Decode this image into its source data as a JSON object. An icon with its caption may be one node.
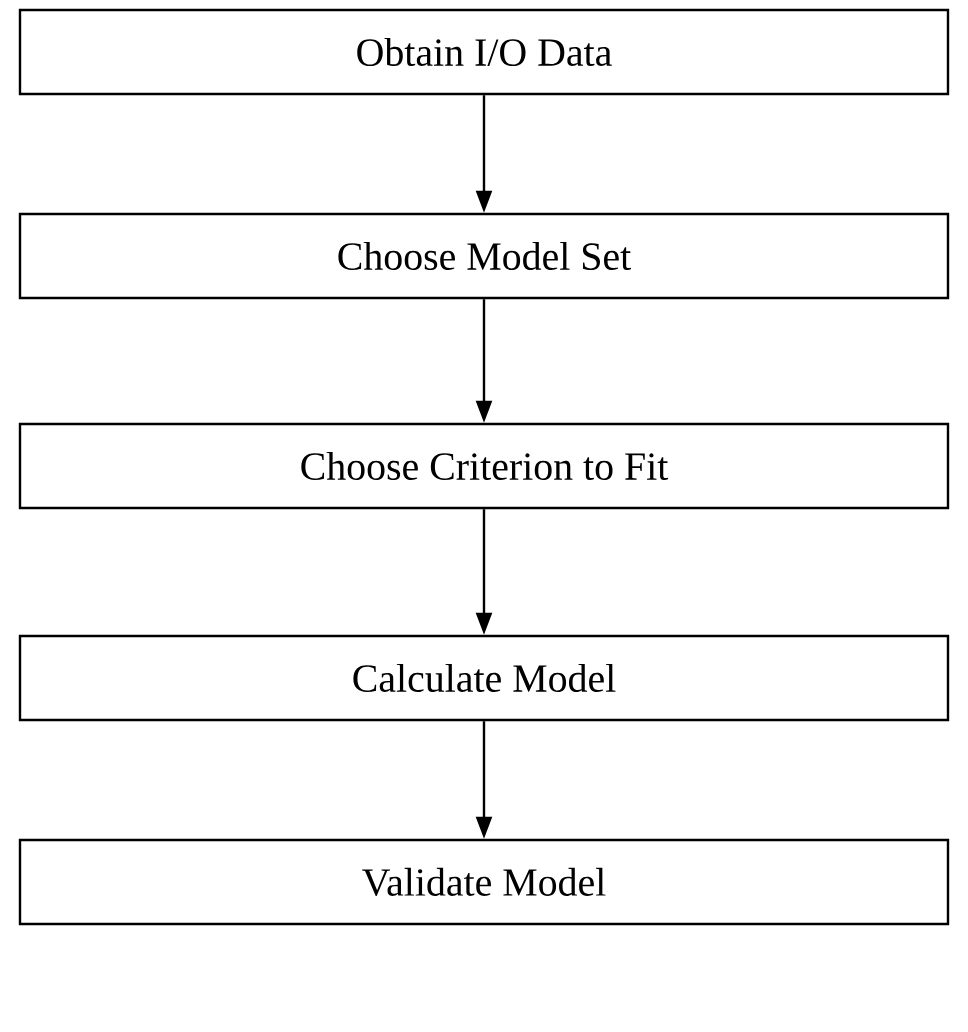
{
  "diagram": {
    "nodes": [
      {
        "text": [
          "Obtain I/O Data"
        ]
      },
      {
        "text": [
          "Choose Model Set"
        ]
      },
      {
        "text": [
          "Choose Criterion to Fit"
        ]
      },
      {
        "text": [
          "Calculate Model"
        ]
      },
      {
        "text": [
          "Validate Model"
        ]
      }
    ],
    "edges": [
      {
        "from": 0,
        "to": 1,
        "arrow": "to"
      },
      {
        "from": 1,
        "to": 2,
        "arrow": "to"
      },
      {
        "from": 2,
        "to": 3,
        "arrow": "to"
      },
      {
        "from": 3,
        "to": 4,
        "arrow": "to"
      }
    ]
  }
}
